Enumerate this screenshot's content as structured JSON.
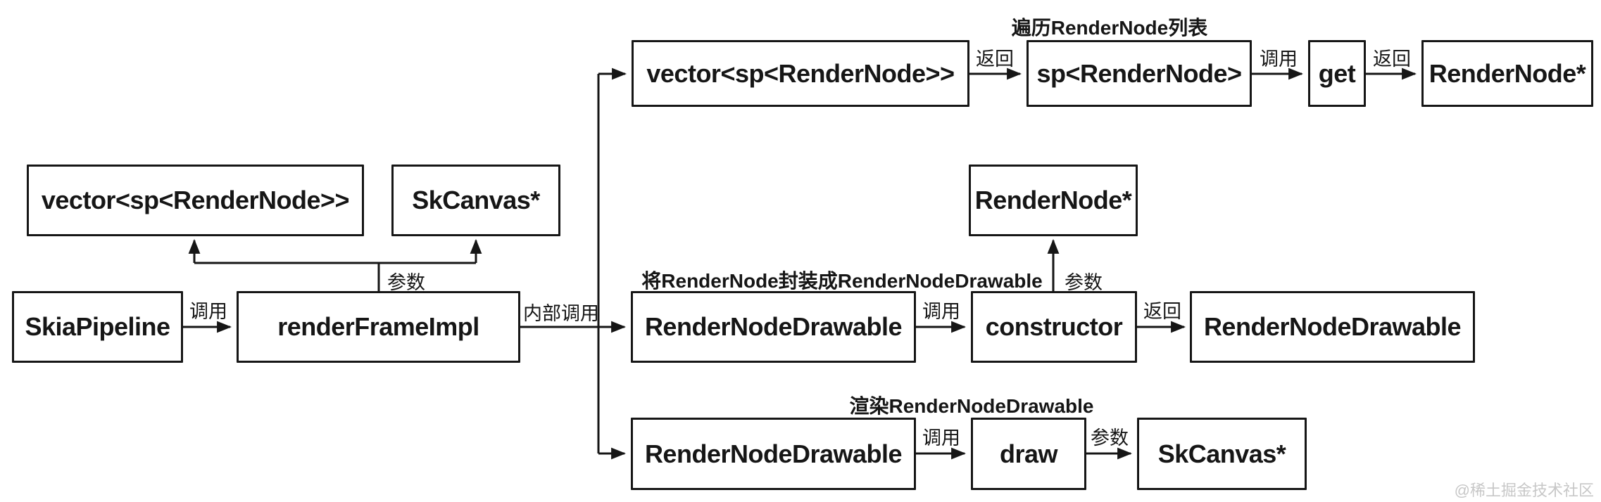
{
  "diagram": {
    "background": "#ffffff",
    "line_color": "#161616",
    "captions": {
      "top": "遍历RenderNode列表",
      "middle": "将RenderNode封装成RenderNodeDrawable",
      "bottom": "渲染RenderNodeDrawable"
    },
    "nodes": {
      "vector_sp_top": {
        "label": "vector<sp<RenderNode>>"
      },
      "sp_rendernode": {
        "label": "sp<RenderNode>"
      },
      "get": {
        "label": "get"
      },
      "rendernode_ptr_top": {
        "label": "RenderNode*"
      },
      "vector_sp_left": {
        "label": "vector<sp<RenderNode>>"
      },
      "skcanvas_left": {
        "label": "SkCanvas*"
      },
      "rendernode_ptr_mid": {
        "label": "RenderNode*"
      },
      "skiapipeline": {
        "label": "SkiaPipeline"
      },
      "renderframeimpl": {
        "label": "renderFrameImpl"
      },
      "rendernodedrawable_mid": {
        "label": "RenderNodeDrawable"
      },
      "constructor": {
        "label": "constructor"
      },
      "rendernodedrawable_ret": {
        "label": "RenderNodeDrawable"
      },
      "rendernodedrawable_bottom": {
        "label": "RenderNodeDrawable"
      },
      "draw": {
        "label": "draw"
      },
      "skcanvas_bottom": {
        "label": "SkCanvas*"
      }
    },
    "edge_labels": {
      "ret_top_1": "返回",
      "call_top": "调用",
      "ret_top_2": "返回",
      "call_main": "调用",
      "internal_call": "内部调用",
      "params_left": "参数",
      "call_mid": "调用",
      "params_mid": "参数",
      "ret_mid": "返回",
      "call_bottom": "调用",
      "params_bottom": "参数"
    },
    "watermark": "@稀土掘金技术社区"
  }
}
